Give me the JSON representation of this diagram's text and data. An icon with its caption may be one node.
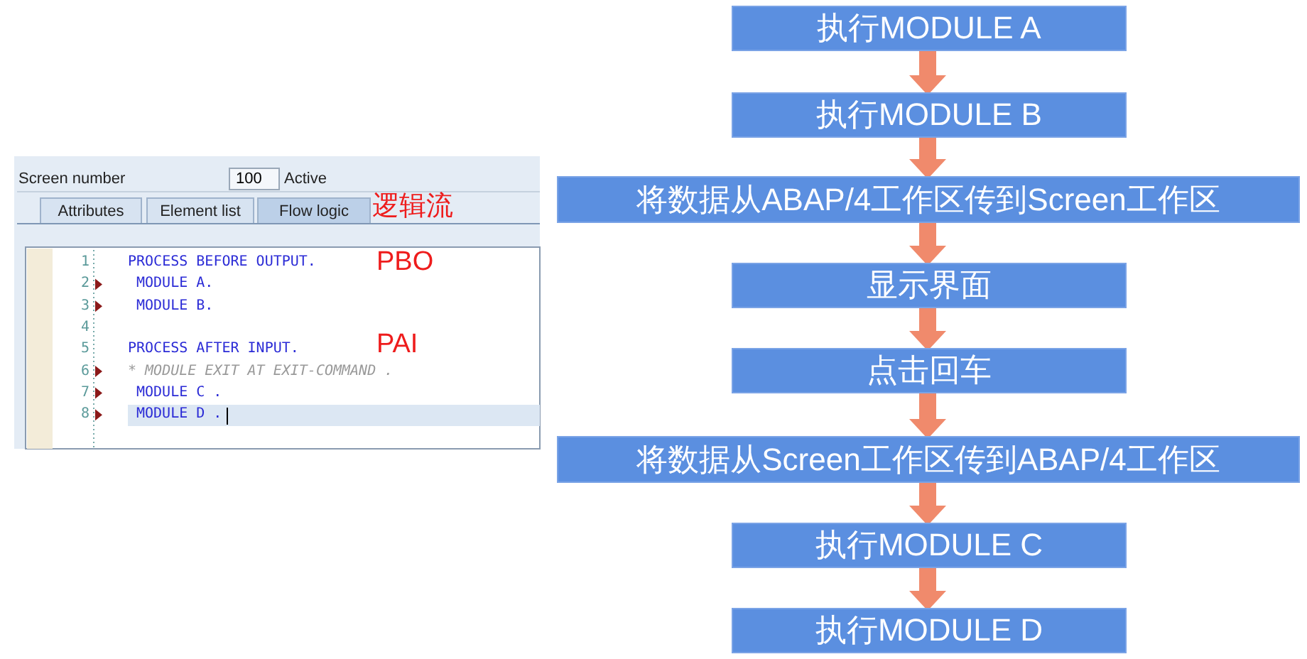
{
  "diagram": {
    "nodes": [
      {
        "text": [
          "执行MODULE A"
        ]
      },
      {
        "text": [
          "执行MODULE B"
        ]
      },
      {
        "text": [
          "将数据从ABAP/4工作区传到Screen工作区"
        ]
      },
      {
        "text": [
          "显示界面"
        ]
      },
      {
        "text": [
          "点击回车"
        ]
      },
      {
        "text": [
          "将数据从Screen工作区传到ABAP/4工作区"
        ]
      },
      {
        "text": [
          "执行MODULE C"
        ]
      },
      {
        "text": [
          "执行MODULE D"
        ]
      }
    ],
    "edges": [
      {
        "from": 0,
        "to": 1,
        "arrow": "to"
      },
      {
        "from": 1,
        "to": 2,
        "arrow": "to"
      },
      {
        "from": 2,
        "to": 3,
        "arrow": "to"
      },
      {
        "from": 3,
        "to": 4,
        "arrow": "to"
      },
      {
        "from": 4,
        "to": 5,
        "arrow": "to"
      },
      {
        "from": 5,
        "to": 6,
        "arrow": "to"
      },
      {
        "from": 6,
        "to": 7,
        "arrow": "to"
      }
    ],
    "labels": [
      "Screen number",
      "100",
      "Active",
      "Attributes",
      "Element list",
      "Flow logic",
      "逻辑流",
      "1",
      "PROCESS BEFORE OUTPUT.",
      "PBO",
      "2",
      "MODULE A.",
      "3",
      "MODULE B.",
      "4",
      "5",
      "PROCESS AFTER INPUT.",
      "PAI",
      "6",
      "* MODULE EXIT AT EXIT-COMMAND .",
      "7",
      "MODULE C .",
      "8",
      "MODULE D ."
    ]
  }
}
